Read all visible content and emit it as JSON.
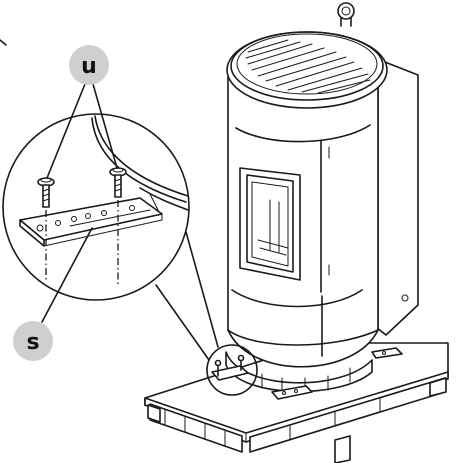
{
  "callouts": [
    {
      "id": "u",
      "label": "u"
    },
    {
      "id": "s",
      "label": "s"
    }
  ]
}
